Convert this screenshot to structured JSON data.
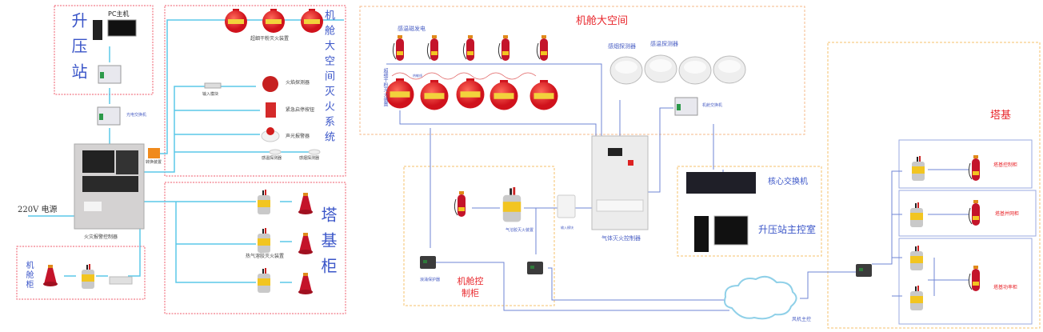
{
  "left": {
    "booster_station": {
      "title": "升压站",
      "pc_label": "PC主机"
    },
    "converter_label": "光电交换机",
    "power_label": "220V 电源",
    "alarm_controller_label": "火灾报警控制器",
    "module_label": "转换装置",
    "nacelle_space_system": {
      "title": "机舱大空间灭火系统",
      "tanks_label": "超细干粉灭火装置",
      "input_module_label": "输入模块",
      "flame_detector_label": "火焰探测器",
      "emergency_button_label": "紧急启停按钮",
      "alarm_label": "声光报警器",
      "heat_detector_label": "感温探测器",
      "smoke_detector_label": "感烟探测器"
    },
    "tower_cabinet": {
      "title": "塔基柜",
      "device_label": "热气溶胶灭火装置"
    },
    "nacelle_cabinet": {
      "title": "机舱柜"
    }
  },
  "middle": {
    "nacelle_space": {
      "title": "机舱大空间",
      "thermal_label": "感温磁发电",
      "tanks_label": "超细干粉灭火装置",
      "wire_label": "热敏线",
      "smoke_detector_label": "感烟探测器",
      "heat_detector_label": "感温探测器",
      "switch_label": "机舱交换机"
    },
    "gas_controller_label": "气体灭火控制器",
    "nacelle_control_cabinet": {
      "title": "机舱控制柜",
      "aerosol_label": "气溶胶灭火装置",
      "input_module_label": "输入模块",
      "surge_label": "浪涌保护器"
    },
    "control_room": {
      "switch_label": "核心交换机",
      "title": "升压站主控室"
    },
    "cloud_label": "风机主控"
  },
  "right": {
    "title": "塔基",
    "cabinets": [
      {
        "label": "塔基控制柜"
      },
      {
        "label": "塔基并网柜"
      },
      {
        "label": "塔基功率柜"
      }
    ]
  },
  "colors": {
    "cyan_line": "#5bc8e8",
    "blue_line": "#6f86d6",
    "red_border": "#ef5b6b",
    "orange_border": "#f5c26b",
    "accent_red": "#e8262b",
    "label_blue": "#3a55c8"
  }
}
